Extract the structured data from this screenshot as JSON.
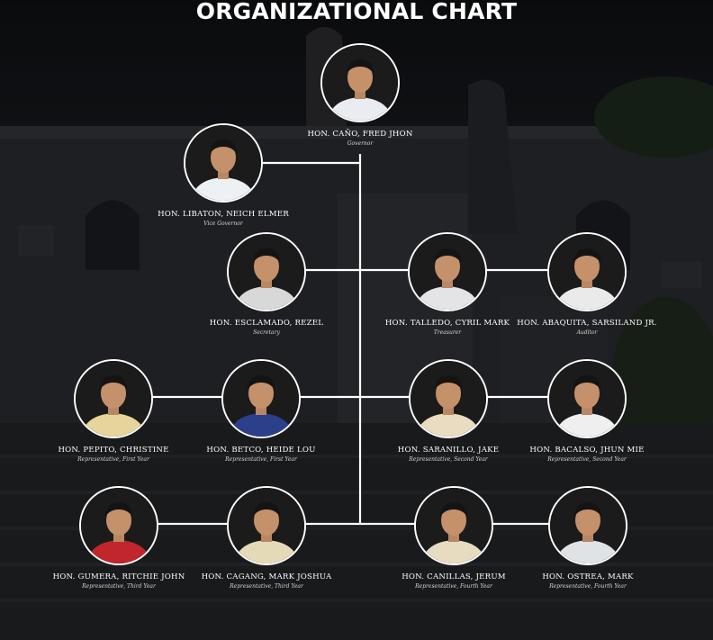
{
  "title": "ORGANIZATIONAL CHART",
  "members": [
    {
      "name": "HON. CAÑO, FRED JHON",
      "role": "Governor",
      "shirt": "#e9ecf0"
    },
    {
      "name": "HON. LIBATON, NEICH ELMER",
      "role": "Vice Governor",
      "shirt": "#eef1f4"
    },
    {
      "name": "HON. ESCLAMADO, REZEL",
      "role": "Secretary",
      "shirt": "#d8d8d8"
    },
    {
      "name": "HON. TALLEDO, CYRIL MARK",
      "role": "Treasurer",
      "shirt": "#e4e4e6"
    },
    {
      "name": "HON. ABAQUITA, SARSILAND JR.",
      "role": "Auditor",
      "shirt": "#eaeaea"
    },
    {
      "name": "HON. PEPITO, CHRISTINE",
      "role": "Representative, First Year",
      "shirt": "#e6d59a"
    },
    {
      "name": "HON. BETCO, HEIDE LOU",
      "role": "Representative, First Year",
      "shirt": "#2c3f8a"
    },
    {
      "name": "HON. SARANILLO, JAKE",
      "role": "Representative, Second Year",
      "shirt": "#e9dcc0"
    },
    {
      "name": "HON. BACALSO, JHUN MIE",
      "role": "Representative, Second Year",
      "shirt": "#efefef"
    },
    {
      "name": "HON. GUMERA, RITCHIE JOHN",
      "role": "Representative, Third Year",
      "shirt": "#c0262c"
    },
    {
      "name": "HON. CAGANG, MARK JOSHUA",
      "role": "Representative, Third Year",
      "shirt": "#e5dab8"
    },
    {
      "name": "HON. CANILLAS, JERUM",
      "role": "Representative, Fourth Year",
      "shirt": "#e7dcc0"
    },
    {
      "name": "HON. OSTREA, MARK",
      "role": "Representative, Fourth Year",
      "shirt": "#dfe3e6"
    }
  ],
  "colors": {
    "background": "#1c1d21",
    "connector": "#ffffff",
    "text": "#ffffff"
  }
}
